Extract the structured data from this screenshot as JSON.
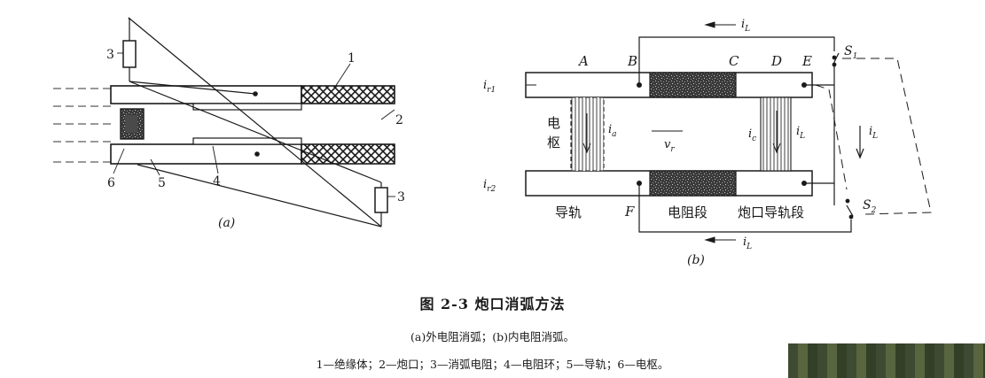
{
  "figure": {
    "caption_title": "图 2-3   炮口消弧方法",
    "caption_subtitle": "(a)外电阻消弧；(b)内电阻消弧。",
    "caption_legend": "1—绝缘体；2—炮口；3—消弧电阻；4—电阻环；5—导轨；6—电枢。"
  },
  "panel_a": {
    "label": "(a)",
    "callouts": {
      "c1": "1",
      "c2": "2",
      "c3_top": "3",
      "c3_bottom": "3",
      "c4": "4",
      "c5": "5",
      "c6": "6"
    }
  },
  "panel_b": {
    "label": "(b)",
    "points": {
      "A": "A",
      "B": "B",
      "C": "C",
      "D": "D",
      "E": "E",
      "F": "F"
    },
    "switches": {
      "s1": "S",
      "s1_sub": "1",
      "s2": "S",
      "s2_sub": "2"
    },
    "currents": {
      "iL_top": "i",
      "iL_top_sub": "L",
      "iL_bottom": "i",
      "iL_bottom_sub": "L",
      "iL_right": "i",
      "iL_right_sub": "L",
      "iL_coil": "i",
      "iL_coil_sub": "L",
      "ic": "i",
      "ic_sub": "c",
      "ia": "i",
      "ia_sub": "a",
      "ir1": "i",
      "ir1_sub": "r1",
      "ir2": "i",
      "ir2_sub": "r2",
      "velocity": "v",
      "velocity_sub": "r"
    },
    "labels": {
      "armature_top": "电",
      "armature_bottom": "枢",
      "rail": "导轨",
      "resistor_section": "电阻段",
      "muzzle_rail_section": "炮口导轨段"
    }
  }
}
